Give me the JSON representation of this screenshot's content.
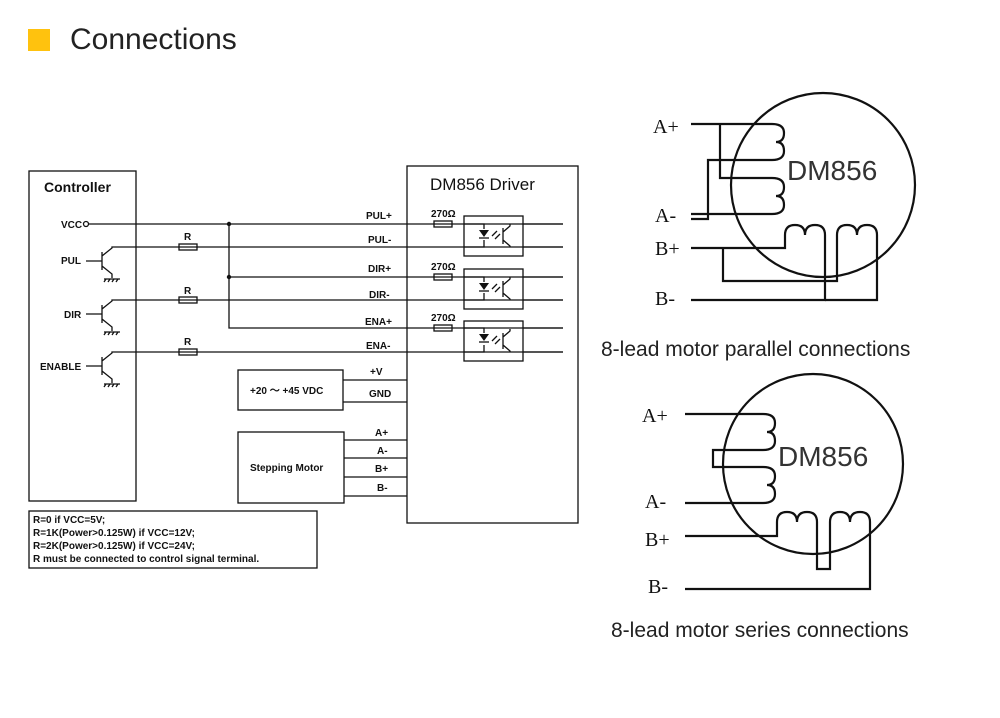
{
  "header": {
    "title": "Connections",
    "accent_color": "#FFC20E"
  },
  "wiring_diagram": {
    "controller": {
      "title": "Controller",
      "pins": [
        "VCC",
        "PUL",
        "DIR",
        "ENABLE"
      ],
      "resistor_label": "R"
    },
    "driver": {
      "title": "DM856 Driver",
      "signal_terminals": [
        "PUL+",
        "PUL-",
        "DIR+",
        "DIR-",
        "ENA+",
        "ENA-"
      ],
      "resistor_value": "270Ω",
      "power_terminals": [
        "+V",
        "GND"
      ],
      "motor_terminals": [
        "A+",
        "A-",
        "B+",
        "B-"
      ]
    },
    "power_supply": {
      "label": "+20 ～ +45 VDC"
    },
    "stepping_motor": {
      "label": "Stepping Motor"
    },
    "notes": [
      "R=0 if VCC=5V;",
      "R=1K(Power>0.125W) if VCC=12V;",
      "R=2K(Power>0.125W) if VCC=24V;",
      "R must be connected to control signal terminal."
    ]
  },
  "motor_diagrams": [
    {
      "label": "DM856",
      "leads": [
        "A+",
        "A-",
        "B+",
        "B-"
      ],
      "caption": "8-lead motor parallel connections"
    },
    {
      "label": "DM856",
      "leads": [
        "A+",
        "A-",
        "B+",
        "B-"
      ],
      "caption": "8-lead motor series connections"
    }
  ]
}
